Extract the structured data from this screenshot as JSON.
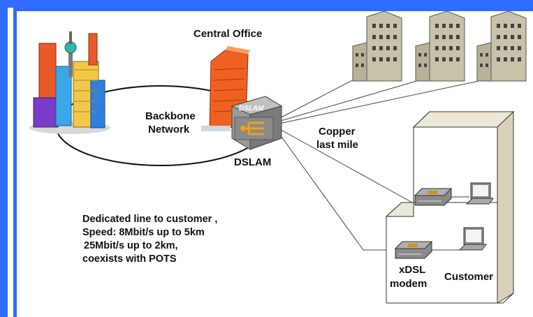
{
  "labels": {
    "central_office": "Central Office",
    "backbone_line1": "Backbone",
    "backbone_line2": "Network",
    "dslam": "DSLAM",
    "dslam_box_text": "DSLAM",
    "copper_line1": "Copper",
    "copper_line2": "last mile",
    "xdsl_line1": "xDSL",
    "xdsl_line2": "modem",
    "customer": "Customer"
  },
  "description": {
    "line1": "Dedicated line to customer ,",
    "line2": "Speed: 8Mbit/s up to 5km",
    "line3": "25Mbit/s up to 2km,",
    "line4": "coexists with POTS"
  },
  "colors": {
    "frame_blue": "#2f6cff",
    "building_orange": "#f06020",
    "dslam_gray": "#9a9a9a",
    "apartment_tan": "#c8c2a8",
    "house_beige": "#ece8d8"
  },
  "icons": [
    "city-skyline-icon",
    "central-office-building-icon",
    "dslam-device-icon",
    "apartment-building-icon",
    "modem-icon",
    "laptop-icon"
  ]
}
